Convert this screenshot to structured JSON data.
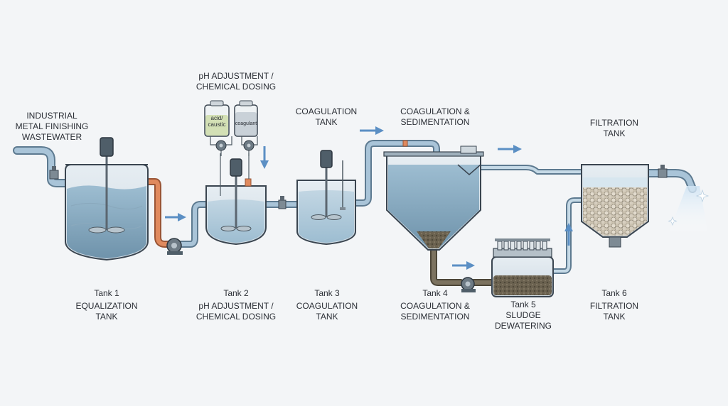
{
  "top_labels": {
    "source": [
      "INDUSTRIAL",
      "METAL FINISHING",
      "WASTEWATER"
    ],
    "ph": [
      "pH ADJUSTMENT /",
      "CHEMICAL DOSING"
    ],
    "coag": [
      "COAGULATION",
      "TANK"
    ],
    "coag_sed": [
      "COAGULATION &",
      "SEDIMENTATION"
    ],
    "filtration": [
      "FILTRATION",
      "TANK"
    ]
  },
  "chemicals": {
    "acid_caustic": [
      "acid/",
      "caustic"
    ],
    "coagulant": "coagulant"
  },
  "tanks": [
    {
      "number": "Tank 1",
      "name": [
        "EQUALIZATION",
        "TANK"
      ]
    },
    {
      "number": "Tank 2",
      "name": [
        "pH ADJUSTMENT /",
        "CHEMICAL DOSING"
      ]
    },
    {
      "number": "Tank 3",
      "name": [
        "COAGULATION",
        "TANK"
      ]
    },
    {
      "number": "Tank 4",
      "name": [
        "COAGULATION &",
        "SEDIMENTATION"
      ]
    },
    {
      "number": "Tank 5",
      "name": [
        "SLUDGE",
        "DEWATERING"
      ]
    },
    {
      "number": "Tank 6",
      "name": [
        "FILTRATION",
        "TANK"
      ]
    }
  ],
  "colors": {
    "pipe": "#a9c4d8",
    "pipe_stroke": "#5d7a90",
    "water": "#8fb0c6",
    "flow_arrow": "#5b8fc4",
    "sludge_pipe": "#e08a5e",
    "outline": "#3a4550"
  }
}
